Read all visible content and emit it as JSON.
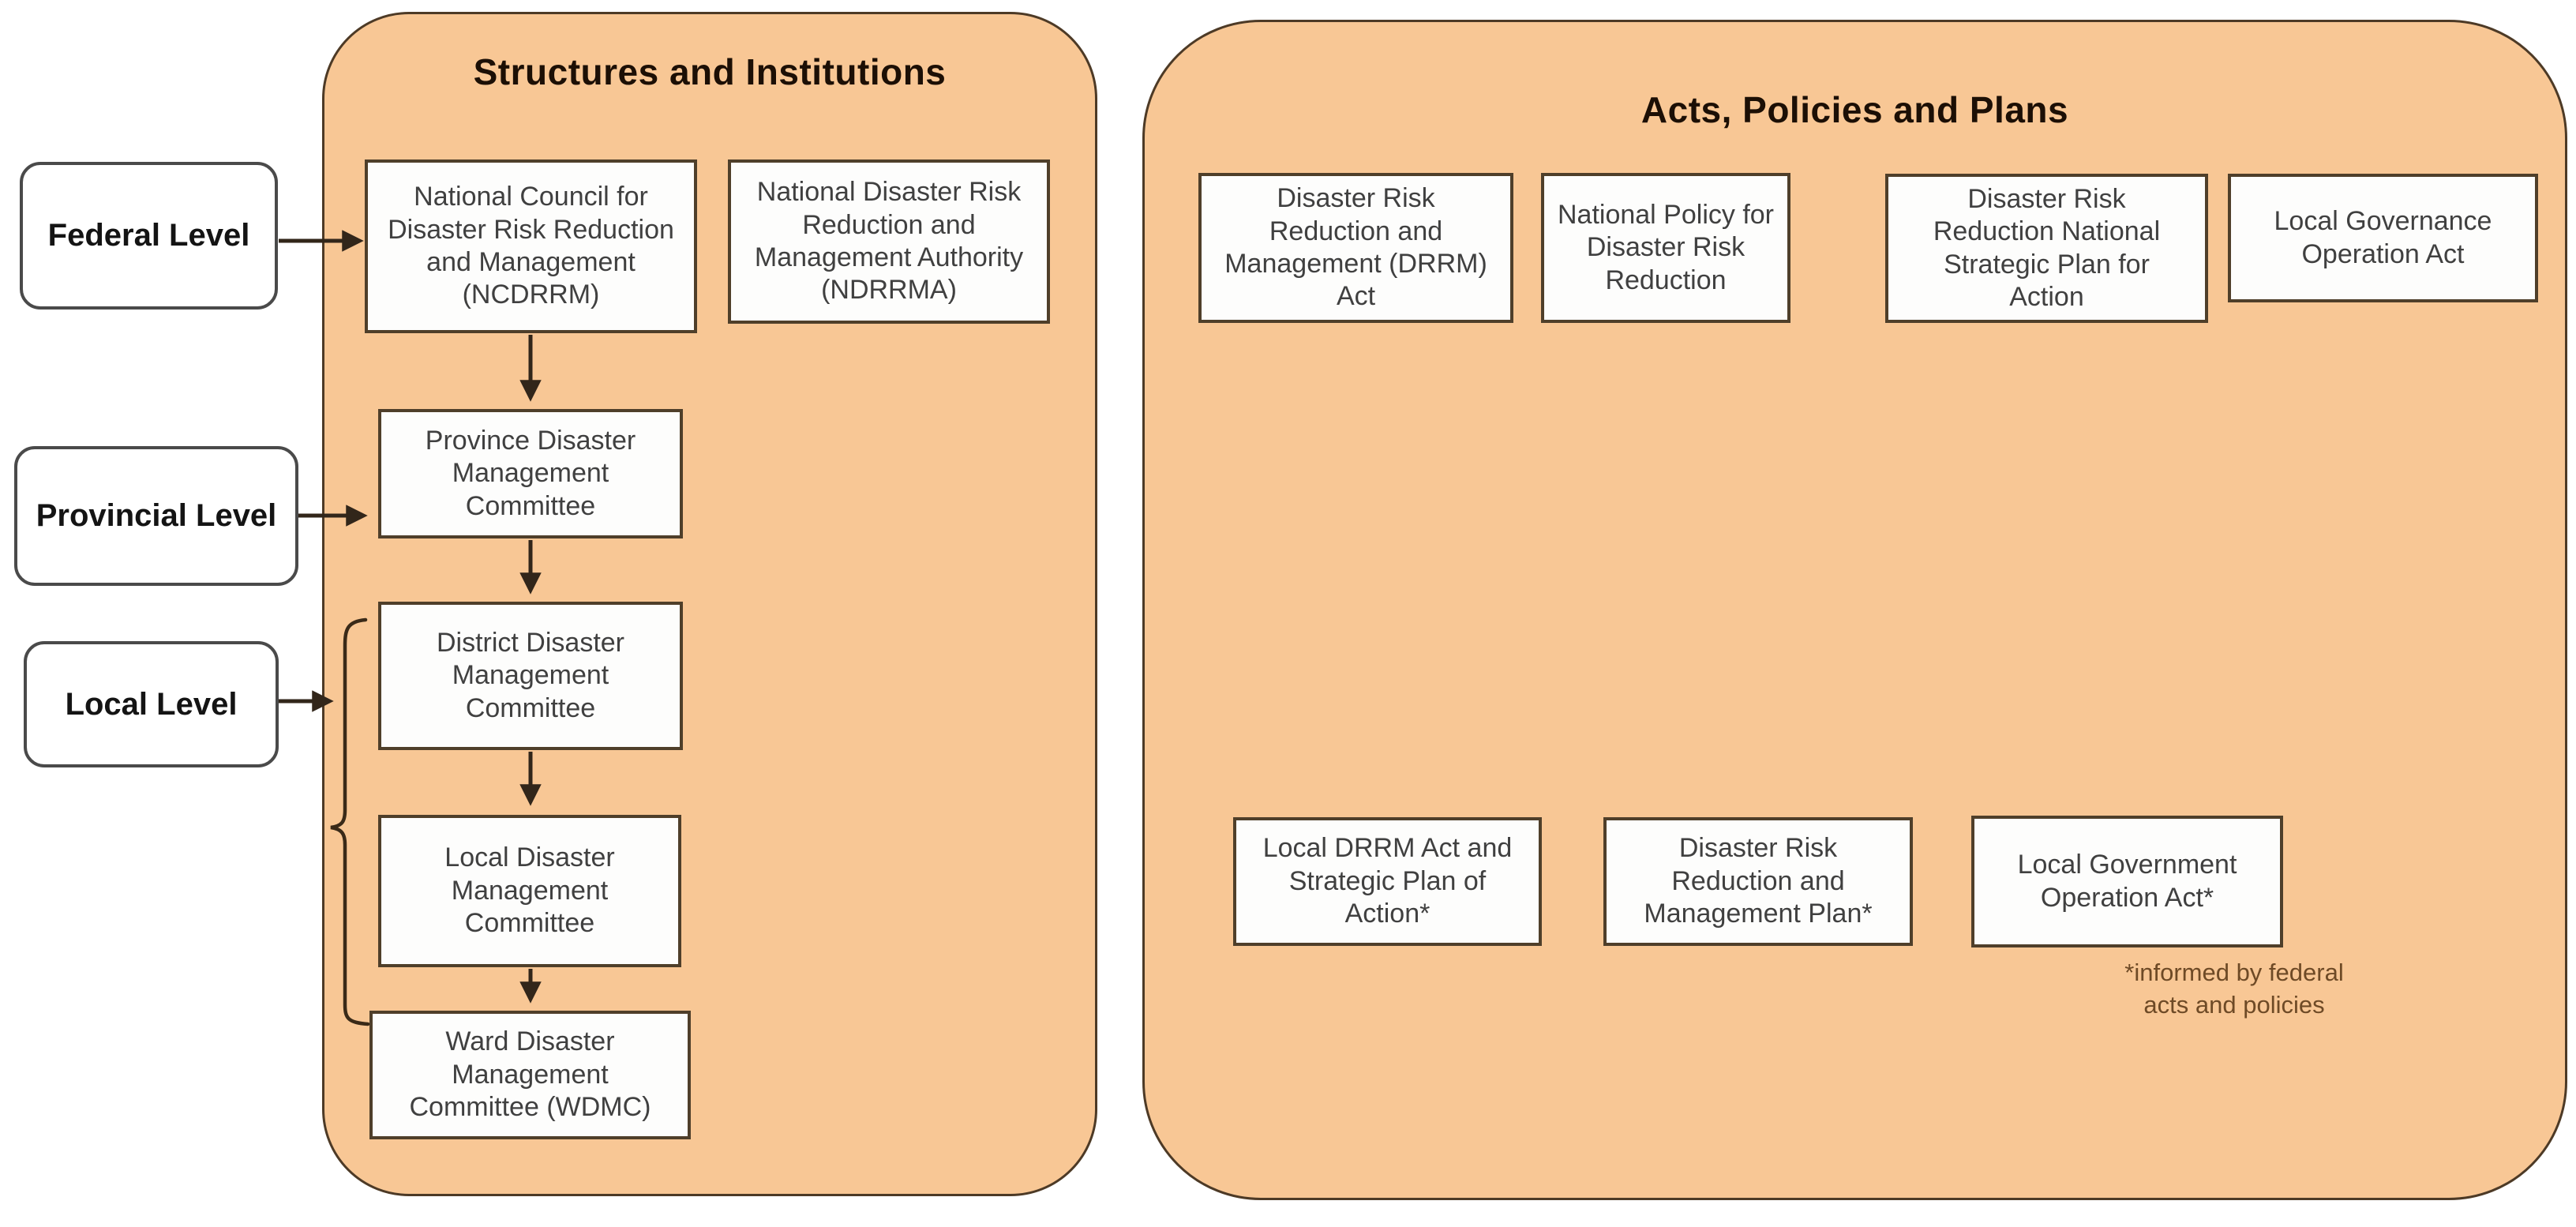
{
  "levels": {
    "federal": "Federal Level",
    "provincial": "Provincial Level",
    "local": "Local Level"
  },
  "structures_panel": {
    "title": "Structures and Institutions",
    "ncdrrm": "National Council for\nDisaster Risk Reduction\nand Management\n(NCDRRM)",
    "ndrrma": "National Disaster Risk\nReduction and\nManagement Authority\n(NDRRMA)",
    "province_committee": "Province Disaster\nManagement\nCommittee",
    "district_committee": "District Disaster\nManagement\nCommittee",
    "local_committee": "Local Disaster\nManagement\nCommittee",
    "ward_committee": "Ward Disaster\nManagement\nCommittee (WDMC)"
  },
  "acts_panel": {
    "title": "Acts, Policies and Plans",
    "top_row": [
      "Disaster Risk\nReduction and\nManagement (DRRM)\nAct",
      "National Policy for\nDisaster Risk\nReduction",
      "Disaster Risk\nReduction National\nStrategic Plan for\nAction",
      "Local Governance\nOperation Act"
    ],
    "bottom_row": [
      "Local DRRM Act and\nStrategic Plan of\nAction*",
      "Disaster Risk\nReduction and\nManagement Plan*",
      "Local Government\nOperation Act*"
    ],
    "footnote": "*informed by federal\nacts and policies"
  },
  "colors": {
    "panel_fill": "#F8C795",
    "panel_border": "#4d3a26",
    "box_border": "#4f3f2a",
    "box_fill": "#FDFDFC",
    "box_text": "#404040",
    "title_text": "#1c0f05",
    "arrow": "#32261a",
    "footnote": "#6e4a26"
  }
}
